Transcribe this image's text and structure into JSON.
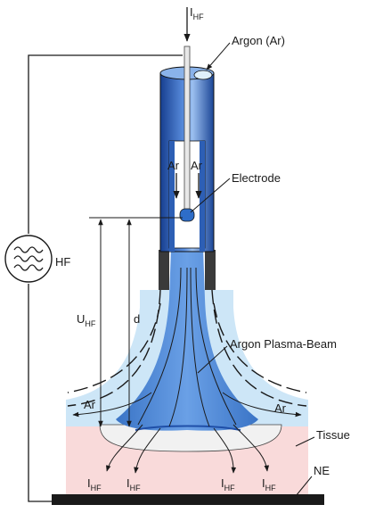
{
  "labels": {
    "current_top": {
      "main": "I",
      "sub": "HF"
    },
    "argon": "Argon (Ar)",
    "ar_left": "Ar",
    "ar_right": "Ar",
    "electrode": "Electrode",
    "generator": "HF",
    "voltage": {
      "main": "U",
      "sub": "HF"
    },
    "distance": "d",
    "plasma_beam": "Argon Plasma-Beam",
    "ar_flow_left": "Ar",
    "ar_flow_right": "Ar",
    "tissue": "Tissue",
    "ne": "NE",
    "currents": [
      {
        "main": "I",
        "sub": "HF"
      },
      {
        "main": "I",
        "sub": "HF"
      },
      {
        "main": "I",
        "sub": "HF"
      },
      {
        "main": "I",
        "sub": "HF"
      }
    ]
  },
  "colors": {
    "tube_dark": "#1f4fa8",
    "tube_light": "#6f9ee0",
    "plasma": "#4d86d4",
    "argon_gas": "#cde6f7",
    "tissue": "#f9dada",
    "crater": "#f1f1f1",
    "plate": "#1a1a1a"
  }
}
